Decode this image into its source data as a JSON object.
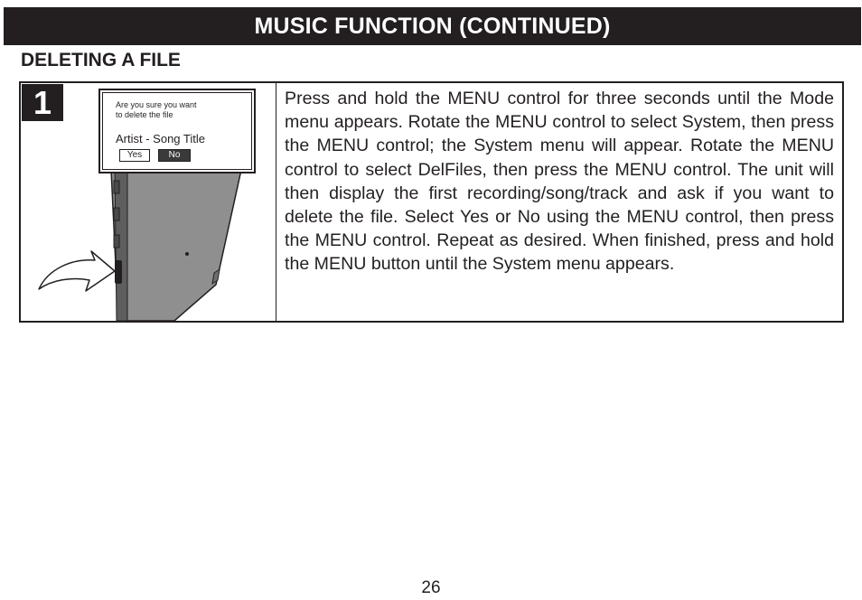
{
  "header": {
    "title": "MUSIC FUNCTION (CONTINUED)"
  },
  "section": {
    "title": "DELETING A FILE"
  },
  "step": {
    "number": "1",
    "screen": {
      "prompt_line1": "Are you sure you want",
      "prompt_line2": "to delete the file",
      "song": "Artist - Song Title",
      "yes_label": "Yes",
      "no_label": "No"
    },
    "instructions": "Press and hold the MENU control for three seconds until the Mode menu appears. Rotate the MENU control to select System, then press the MENU control; the System menu will appear. Rotate the MENU control to select DelFiles, then press the MENU control. The unit will then display the first recording/song/track and ask if you want to delete the file. Select Yes or No using the MENU control, then press the MENU control. Repeat as desired. When finished, press and hold the MENU button until the System menu appears."
  },
  "footer": {
    "page_number": "26"
  },
  "colors": {
    "ink": "#231f20",
    "device_body": "#8f8f8f",
    "device_edge": "#5e5e5e",
    "button_selected": "#3a3a3a"
  }
}
